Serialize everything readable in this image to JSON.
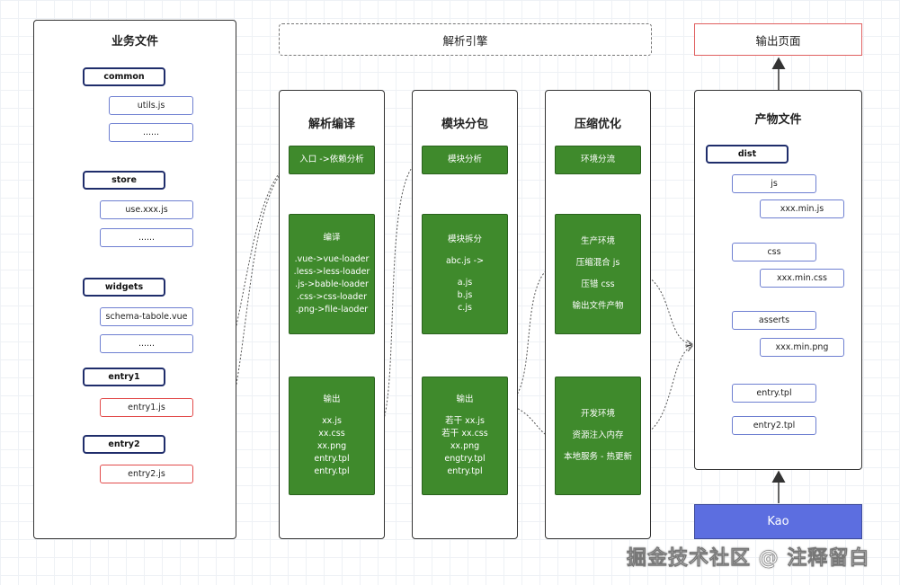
{
  "business": {
    "title": "业务文件",
    "groups": [
      {
        "header": "common",
        "items": [
          "utils.js",
          "......"
        ]
      },
      {
        "header": "store",
        "items": [
          "use.xxx.js",
          "......"
        ]
      },
      {
        "header": "widgets",
        "items": [
          "schema-tabole.vue",
          "......"
        ]
      },
      {
        "header": "entry1",
        "items": [
          "entry1.js"
        ]
      },
      {
        "header": "entry2",
        "items": [
          "entry2.js"
        ]
      }
    ]
  },
  "engine_banner": "解析引擎",
  "output_banner": "输出页面",
  "parse": {
    "title": "解析编译",
    "entry": "入口 ->依赖分析",
    "compile_title": "编译",
    "compile_items": [
      ".vue->vue-loader",
      ".less->less-loader",
      ".js->bable-loader",
      ".css->css-loader",
      ".png->file-laoder"
    ],
    "output_title": "输出",
    "output_items": [
      "xx.js",
      "xx.css",
      "xx.png",
      "entry.tpl",
      "entry.tpl"
    ]
  },
  "module": {
    "title": "模块分包",
    "analysis": "模块分析",
    "split_title": "模块拆分",
    "split_lead": "abc.js ->",
    "split_items": [
      "a.js",
      "b.js",
      "c.js"
    ],
    "output_title": "输出",
    "output_items": [
      "若干 xx.js",
      "若干 xx.css",
      "xx.png",
      "engtry.tpl",
      "entry.tpl"
    ]
  },
  "compress": {
    "title": "压缩优化",
    "env": "环境分流",
    "prod_items": [
      "生产环境",
      "压缩混合 js",
      "压错 css",
      "输出文件产物"
    ],
    "dev_items": [
      "开发环境",
      "资源注入内存",
      "本地服务 - 热更新"
    ]
  },
  "product": {
    "title": "产物文件",
    "dist": "dist",
    "js": "js",
    "js_file": "xxx.min.js",
    "css": "css",
    "css_file": "xxx.min.css",
    "asserts": "asserts",
    "png_file": "xxx.min.png",
    "entry1": "entry.tpl",
    "entry2": "entry2.tpl"
  },
  "kao": "Kao",
  "watermark": "掘金技术社区 @ 注释留白",
  "colors": {
    "green": "#3f8a2c",
    "navy": "#1f2d6b",
    "blue_border": "#6e7fd1",
    "red": "#e24b4b",
    "kao": "#5c6ee0"
  }
}
